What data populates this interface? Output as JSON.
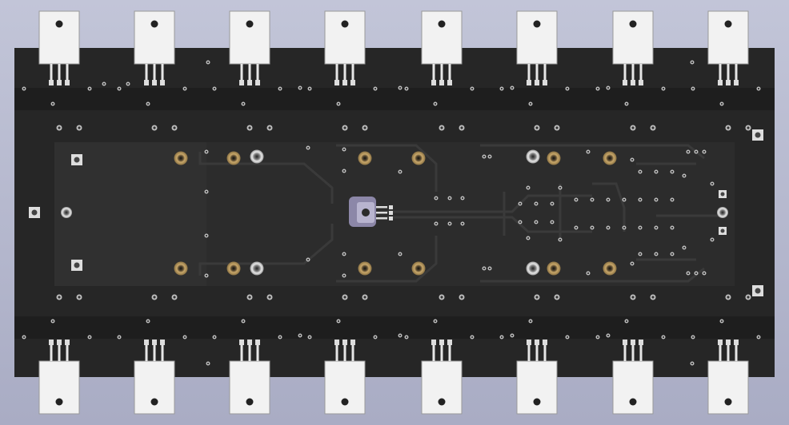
{
  "viewer": {
    "background_top": "#c2c5d8",
    "background_bottom": "#a9acc4"
  },
  "board": {
    "substrate_color": "#262626",
    "copper_color": "#2e2e2e",
    "silkscreen_color": "#c9c9c9",
    "pad_gold_color": "#b8965a",
    "center_sensor_color": "#8c87a8",
    "top_transistor_row_count": 8,
    "bottom_transistor_row_count": 8,
    "transistor_package": "TO-3P",
    "transistor_body_color": "#f2f2f2",
    "lead_count_per_transistor": 3,
    "mounting_holes": 4,
    "icons": [
      "to3p-transistor-icon",
      "thermal-sensor-icon",
      "mounting-hole-icon"
    ]
  }
}
